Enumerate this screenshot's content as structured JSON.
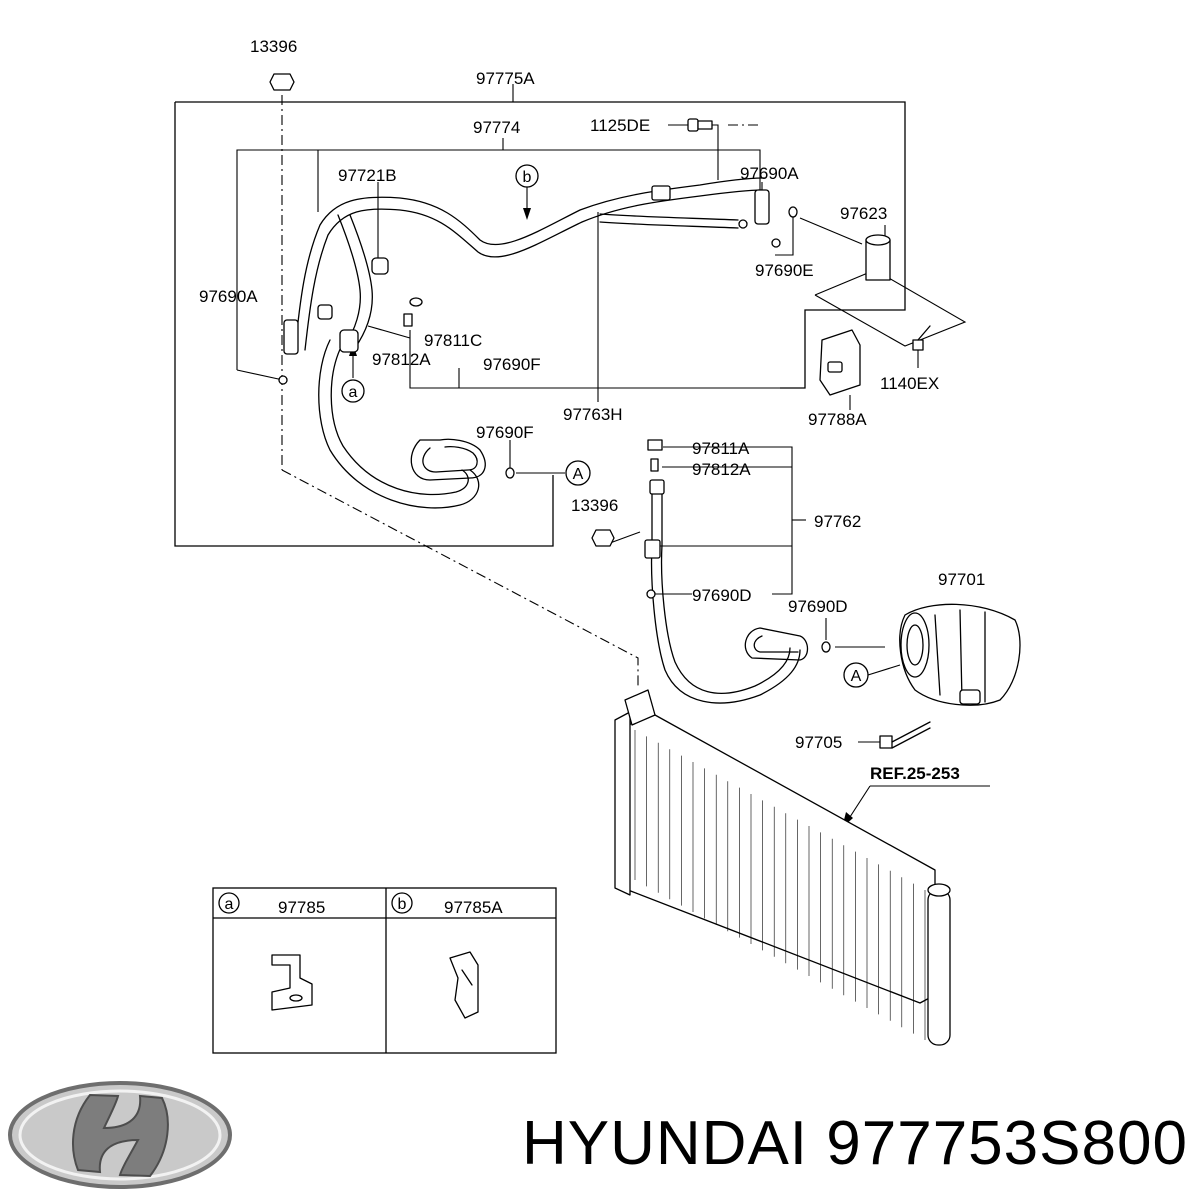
{
  "labels": {
    "nut_top": "13396",
    "assembly": "97775A",
    "hose_suction": "97774",
    "bolt_1125": "1125DE",
    "clamp_97721b": "97721B",
    "oring_97690a_right": "97690A",
    "tank": "97623",
    "oring_97690e": "97690E",
    "oring_97690a_left": "97690A",
    "cap_97811c": "97811C",
    "valve_97812a": "97812A",
    "oring_97690f": "97690F",
    "bolt_1140ex": "1140EX",
    "pipe_97763h": "97763H",
    "bracket_97788a": "97788A",
    "oring_97690f_b": "97690F",
    "cap_97811a": "97811A",
    "valve_97812a_b": "97812A",
    "nut_mid": "13396",
    "hose_97762": "97762",
    "compressor": "97701",
    "oring_97690d_a": "97690D",
    "oring_97690d_b": "97690D",
    "bolt_97705": "97705",
    "ref": "REF.25-253"
  },
  "callouts": {
    "a": "a",
    "b": "b",
    "A": "A"
  },
  "legend": {
    "a_letter": "a",
    "a_part": "97785",
    "b_letter": "b",
    "b_part": "97785A"
  },
  "brand": {
    "text": "HYUNDAI 977753S800",
    "logo": "hyundai-logo"
  }
}
